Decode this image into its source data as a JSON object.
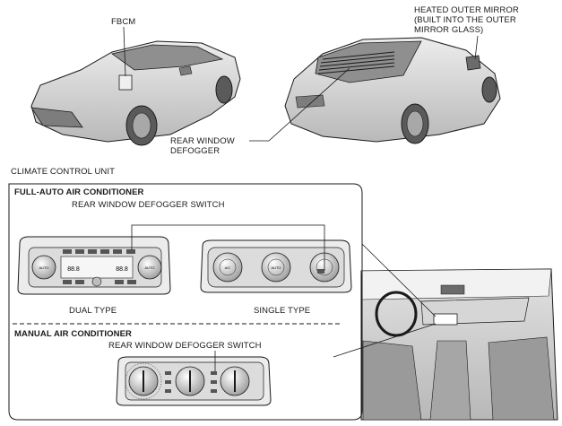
{
  "labels": {
    "fbcm": "FBCM",
    "heated_mirror": "HEATED OUTER MIRROR\n(BUILT INTO THE OUTER\nMIRROR GLASS)",
    "rear_defogger": "REAR WINDOW\nDEFOGGER",
    "climate_unit": "CLIMATE CONTROL UNIT",
    "full_auto_heading": "FULL-AUTO AIR CONDITIONER",
    "full_auto_switch": "REAR WINDOW DEFOGGER SWITCH",
    "dual_type": "DUAL TYPE",
    "single_type": "SINGLE TYPE",
    "manual_heading": "MANUAL AIR CONDITIONER",
    "manual_switch": "REAR WINDOW DEFOGGER SWITCH"
  },
  "panel_text": {
    "dual_left_knob": "AUTO",
    "dual_right_knob": "AUTO",
    "dual_left_temp": "88.8",
    "dual_right_temp": "88.8",
    "single_ac": "A/C",
    "single_auto": "AUTO"
  },
  "colors": {
    "line": "#1a1a1a",
    "car_body": "#d9d9d9",
    "panel": "#e6e6e6",
    "interior": "#cfcfcf"
  }
}
